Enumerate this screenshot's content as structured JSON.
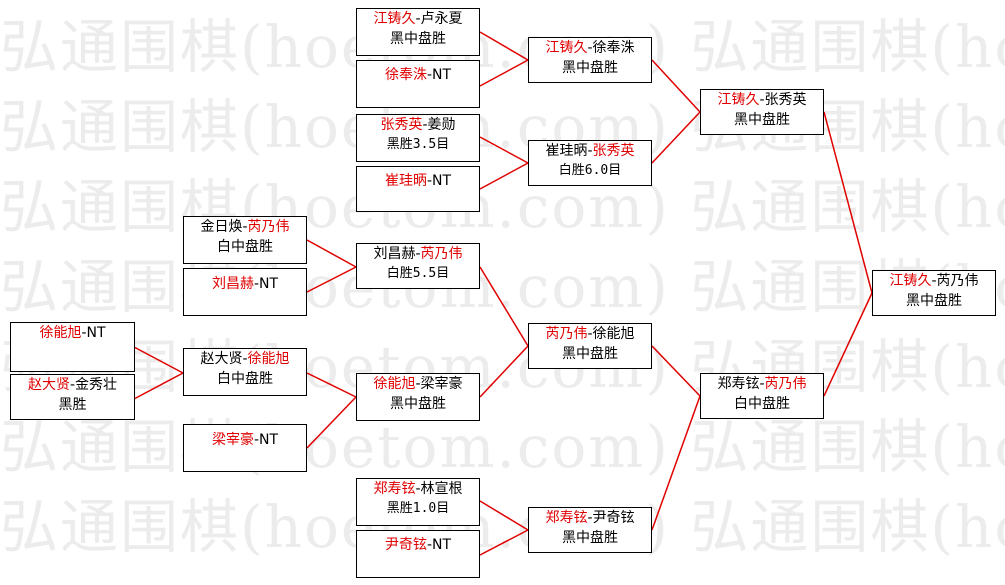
{
  "watermark": {
    "rows": [
      "弘通围棋(hoetom.com) 弘通围棋(hoetom.com)",
      "弘通围棋(hoetom.com) 弘通围棋(hoetom.com)",
      "弘通围棋(hoetom.com) 弘通围棋(hoetom.com)",
      "弘通围棋(hoetom.com) 弘通围棋(hoetom.com)",
      "弘通围棋(hoetom.com) 弘通围棋(hoetom.com)",
      "弘通围棋(hoetom.com) 弘通围棋(hoetom.com)",
      "弘通围棋(hoetom.com) 弘通围棋(hoetom.com)"
    ]
  },
  "colors": {
    "winner": "#e00000",
    "line": "#e00000",
    "text": "#000000"
  },
  "matches": [
    {
      "id": "m1",
      "p1": "江铸久",
      "p2": "卢永夏",
      "win": "p1",
      "result": "黑中盘胜"
    },
    {
      "id": "m2",
      "p1": "徐奉洙",
      "p2": "NT",
      "win": "p1",
      "result": ""
    },
    {
      "id": "m3",
      "p1": "张秀英",
      "p2": "姜勋",
      "win": "p1",
      "result": "黑胜3.5目"
    },
    {
      "id": "m4",
      "p1": "崔珪昞",
      "p2": "NT",
      "win": "p1",
      "result": ""
    },
    {
      "id": "m5",
      "p1": "金日焕",
      "p2": "芮乃伟",
      "win": "p2",
      "result": "白中盘胜"
    },
    {
      "id": "m6",
      "p1": "刘昌赫",
      "p2": "NT",
      "win": "p1",
      "result": ""
    },
    {
      "id": "m7",
      "p1": "徐能旭",
      "p2": "NT",
      "win": "p1",
      "result": ""
    },
    {
      "id": "m8",
      "p1": "赵大贤",
      "p2": "金秀壮",
      "win": "p1",
      "result": "黑胜"
    },
    {
      "id": "m9",
      "p1": "赵大贤",
      "p2": "徐能旭",
      "win": "p2",
      "result": "白中盘胜"
    },
    {
      "id": "m10",
      "p1": "梁宰豪",
      "p2": "NT",
      "win": "p1",
      "result": ""
    },
    {
      "id": "m11",
      "p1": "郑寿铉",
      "p2": "林宣根",
      "win": "p1",
      "result": "黑胜1.0目"
    },
    {
      "id": "m12",
      "p1": "尹奇铉",
      "p2": "NT",
      "win": "p1",
      "result": ""
    },
    {
      "id": "m13",
      "p1": "江铸久",
      "p2": "徐奉洙",
      "win": "p1",
      "result": "黑中盘胜"
    },
    {
      "id": "m14",
      "p1": "崔珪昞",
      "p2": "张秀英",
      "win": "p2",
      "result": "白胜6.0目"
    },
    {
      "id": "m15",
      "p1": "刘昌赫",
      "p2": "芮乃伟",
      "win": "p2",
      "result": "白胜5.5目"
    },
    {
      "id": "m16",
      "p1": "徐能旭",
      "p2": "梁宰豪",
      "win": "p1",
      "result": "黑中盘胜"
    },
    {
      "id": "m17",
      "p1": "郑寿铉",
      "p2": "尹奇铉",
      "win": "p1",
      "result": "黑中盘胜"
    },
    {
      "id": "m18",
      "p1": "芮乃伟",
      "p2": "徐能旭",
      "win": "p1",
      "result": "黑中盘胜"
    },
    {
      "id": "m19",
      "p1": "江铸久",
      "p2": "张秀英",
      "win": "p1",
      "result": "黑中盘胜"
    },
    {
      "id": "m20",
      "p1": "郑寿铉",
      "p2": "芮乃伟",
      "win": "p2",
      "result": "白中盘胜"
    },
    {
      "id": "m21",
      "p1": "江铸久",
      "p2": "芮乃伟",
      "win": "p1",
      "result": "黑中盘胜"
    }
  ]
}
